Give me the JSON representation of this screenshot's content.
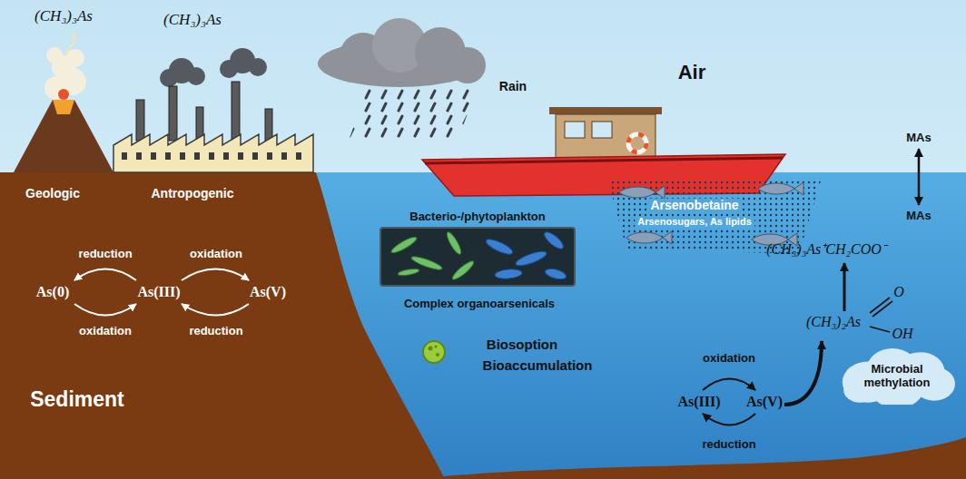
{
  "diagram": {
    "nodes": [
      {
        "text": [
          "Bacterio-/phytoplankton"
        ]
      },
      {
        "text": [
          "Microbial methylation"
        ]
      }
    ],
    "labels": [
      "(CH₃)₃As",
      "(CH₃)₃As",
      "Air",
      "Rain",
      "Geologic",
      "Antropogenic",
      "reduction",
      "oxidation",
      "As(0)",
      "As(III)",
      "As(V)",
      "oxidation",
      "reduction",
      "Sediment",
      "Arsenobetaine",
      "Arsenosugars, As lipids",
      "MAs",
      "MAs",
      "(CH₃)₃As⁺CH₂COO⁻",
      "Complex organoarsenicals",
      "Biosoption",
      "Bioaccumulation",
      "oxidation",
      "As(III)",
      "As(V)",
      "reduction",
      "(CH₃)₂As",
      "O",
      "OH"
    ]
  }
}
